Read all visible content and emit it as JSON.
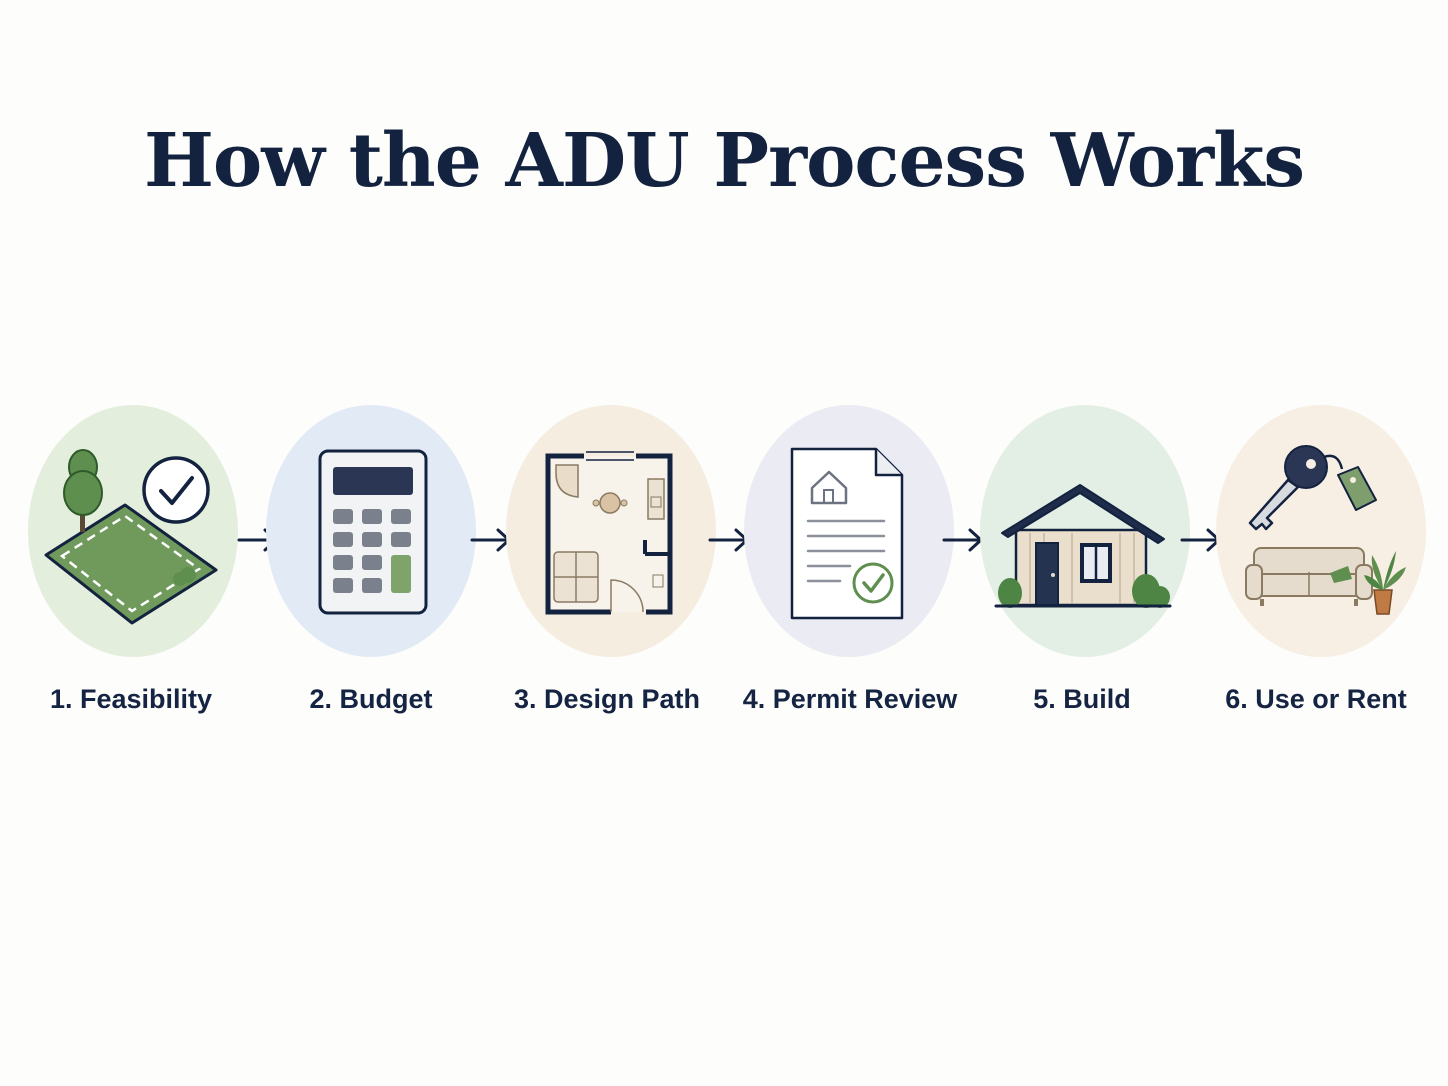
{
  "title": "How the ADU Process Works",
  "steps": [
    {
      "label": "1. Feasibility",
      "icon": "lot-with-tree-and-checkmark-icon",
      "bg": "#e4eedd"
    },
    {
      "label": "2. Budget",
      "icon": "calculator-icon",
      "bg": "#e2ebf5"
    },
    {
      "label": "3. Design Path",
      "icon": "floor-plan-icon",
      "bg": "#f6ede1"
    },
    {
      "label": "4. Permit Review",
      "icon": "approved-permit-document-icon",
      "bg": "#ebebf3"
    },
    {
      "label": "5. Build",
      "icon": "house-icon",
      "bg": "#e3efe5"
    },
    {
      "label": "6. Use or Rent",
      "icon": "key-and-sofa-icon",
      "bg": "#f7efe3"
    }
  ],
  "colors": {
    "navy": "#13223f",
    "green": "#6f9a5c",
    "dark_green": "#3e6a35",
    "light_gray": "#f1f2f3"
  }
}
